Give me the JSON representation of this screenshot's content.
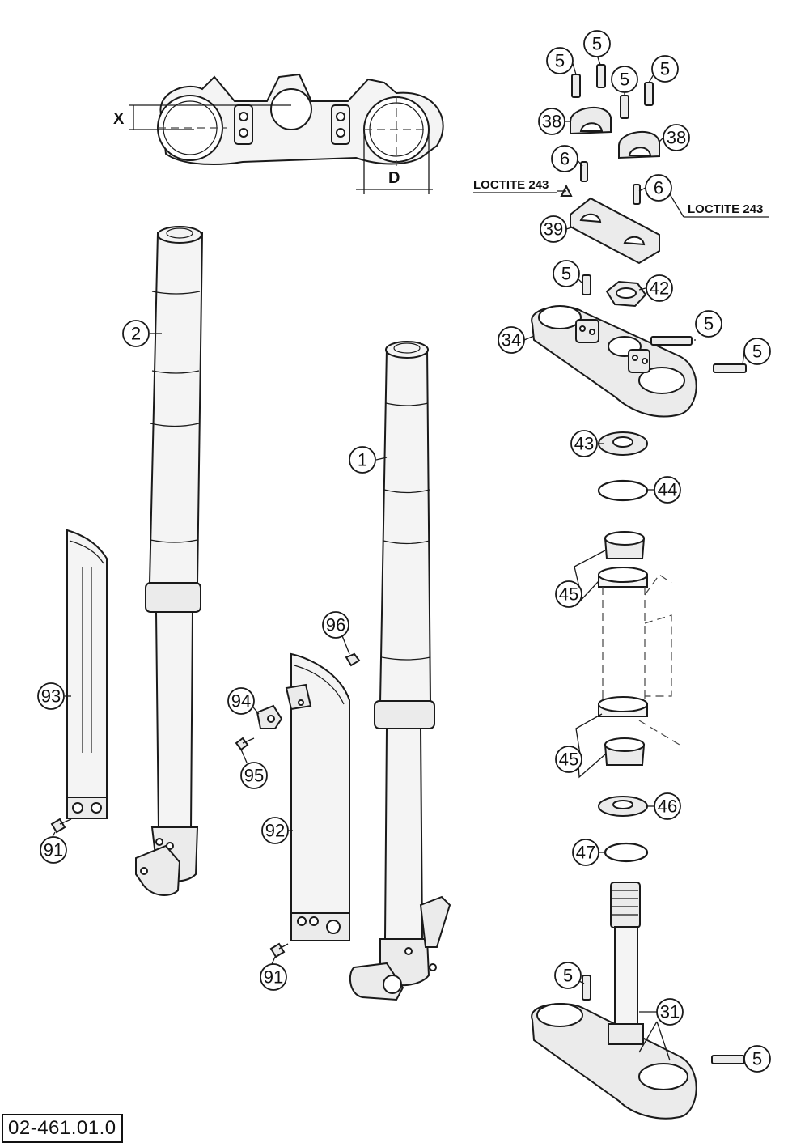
{
  "diagram": {
    "reference_code": "02-461.01.0",
    "dimension_labels": {
      "offset": "X",
      "diameter": "D"
    },
    "notes": {
      "loctite_left": "LOCTITE 243",
      "loctite_right": "LOCTITE 243"
    },
    "callouts": [
      {
        "id": "c1",
        "number": "1"
      },
      {
        "id": "c2",
        "number": "2"
      },
      {
        "id": "c5a",
        "number": "5"
      },
      {
        "id": "c5b",
        "number": "5"
      },
      {
        "id": "c5c",
        "number": "5"
      },
      {
        "id": "c5d",
        "number": "5"
      },
      {
        "id": "c5e",
        "number": "5"
      },
      {
        "id": "c5f",
        "number": "5"
      },
      {
        "id": "c5g",
        "number": "5"
      },
      {
        "id": "c5h",
        "number": "5"
      },
      {
        "id": "c5i",
        "number": "5"
      },
      {
        "id": "c6a",
        "number": "6"
      },
      {
        "id": "c6b",
        "number": "6"
      },
      {
        "id": "c31",
        "number": "31"
      },
      {
        "id": "c34",
        "number": "34"
      },
      {
        "id": "c38a",
        "number": "38"
      },
      {
        "id": "c38b",
        "number": "38"
      },
      {
        "id": "c39",
        "number": "39"
      },
      {
        "id": "c42",
        "number": "42"
      },
      {
        "id": "c43",
        "number": "43"
      },
      {
        "id": "c44",
        "number": "44"
      },
      {
        "id": "c45a",
        "number": "45"
      },
      {
        "id": "c45b",
        "number": "45"
      },
      {
        "id": "c46",
        "number": "46"
      },
      {
        "id": "c47",
        "number": "47"
      },
      {
        "id": "c91a",
        "number": "91"
      },
      {
        "id": "c91b",
        "number": "91"
      },
      {
        "id": "c92",
        "number": "92"
      },
      {
        "id": "c93",
        "number": "93"
      },
      {
        "id": "c94",
        "number": "94"
      },
      {
        "id": "c95",
        "number": "95"
      },
      {
        "id": "c96",
        "number": "96"
      }
    ]
  }
}
